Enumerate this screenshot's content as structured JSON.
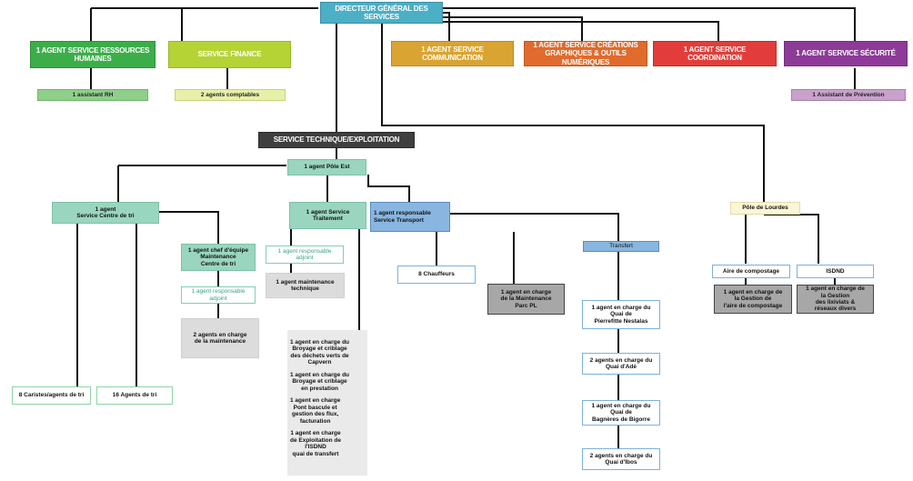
{
  "director": "DIRECTEUR GÉNÉRAL DES SERVICES",
  "services": {
    "rh": "1 AGENT SERVICE RESSOURCES\nHUMAINES",
    "finance": "SERVICE FINANCE",
    "communication": "1 AGENT SERVICE COMMUNICATION",
    "creations": "1 AGENT SERVICE CRÉATIONS\nGRAPHIQUES & OUTILS NUMÉRIQUES",
    "coordination": "1 AGENT SERVICE COORDINATION",
    "securite": "1 AGENT SERVICE SÉCURITÉ"
  },
  "sub": {
    "rh": "1 assistant RH",
    "finance": "2 agents comptables",
    "securite": "1 Assistant de Prévention"
  },
  "tech": {
    "title": "SERVICE TECHNIQUE/EXPLOITATION",
    "pole_est": "1 agent Pôle Est",
    "centre_tri": "1 agent\nService Centre de tri",
    "chef_maintenance": "1 agent chef d'équipe\nMaintenance\nCentre de tri",
    "adjoint_maint": "1 agent responsable\nadjoint",
    "agents_maint": "2 agents en charge\nde la maintenance",
    "caristes": "8 Caristes/agents de tri",
    "agents_tri": "16 Agents de tri",
    "traitement": "1 agent Service\nTraitement",
    "adjoint_trait": "1 agent responsable\nadjoint",
    "maint_tech": "1 agent maintenance\ntechnique",
    "trait_list": [
      "1 agent en charge du\nBroyage et criblage\ndes déchets verts de\nCapvern",
      "1 agent en charge du\nBroyage et criblage\nen prestation",
      "1 agent en charge\nPont bascule et\ngestion des flux,\nfacturation",
      "1 agent en charge\nde Exploitation de\nl'ISDND\nquai de transfert"
    ],
    "transport": "1 agent responsable\nService Transport",
    "chauffeurs": "8 Chauffeurs",
    "maint_pl": "1 agent en charge\nde la Maintenance\nParc PL",
    "transfert": "Transfert",
    "quais": [
      "1 agent en charge du\nQuai de\nPierrefitte Nestalas",
      "2 agents en charge du\nQuai d'Adé",
      "1 agent en charge du\nQuai de\nBagnères de Bigorre",
      "2 agents en charge du\nQuai d'Ibos"
    ],
    "lourdes": "Pôle de Lourdes",
    "compostage": "Aire de compostage",
    "isdnd": "ISDND",
    "gestion_compostage": "1 agent en charge de\nla Gestion de\nl'aire de compostage",
    "gestion_lixiviats": "1 agent en charge de\nla Gestion\ndes lixiviats &\nréseaux divers"
  }
}
